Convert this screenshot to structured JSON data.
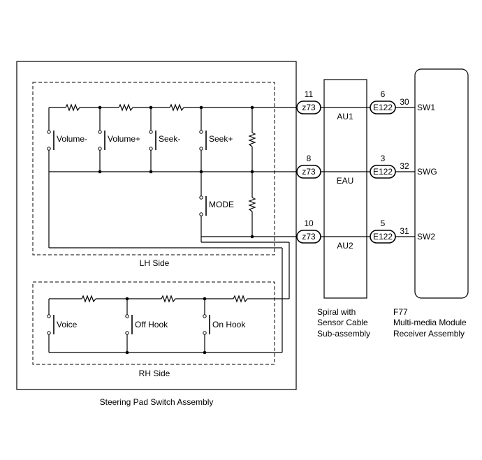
{
  "assemblies": {
    "steering_pad": "Steering Pad Switch Assembly",
    "lh_side": "LH Side",
    "rh_side": "RH Side",
    "spiral_cable": [
      "Spiral with",
      "Sensor Cable",
      "Sub-assembly"
    ],
    "receiver": [
      "F77",
      "Multi-media Module",
      "Receiver Assembly"
    ]
  },
  "switches": {
    "volume_minus": "Volume-",
    "volume_plus": "Volume+",
    "seek_minus": "Seek-",
    "seek_plus": "Seek+",
    "mode": "MODE",
    "voice": "Voice",
    "off_hook": "Off Hook",
    "on_hook": "On Hook"
  },
  "connectors": {
    "z73": "z73",
    "e122": "E122"
  },
  "lines": [
    {
      "z73_pin": "11",
      "spiral_signal": "AU1",
      "e122_pin": "6",
      "receiver_pin": "30",
      "receiver_signal": "SW1"
    },
    {
      "z73_pin": "8",
      "spiral_signal": "EAU",
      "e122_pin": "3",
      "receiver_pin": "32",
      "receiver_signal": "SWG"
    },
    {
      "z73_pin": "10",
      "spiral_signal": "AU2",
      "e122_pin": "5",
      "receiver_pin": "31",
      "receiver_signal": "SW2"
    }
  ]
}
